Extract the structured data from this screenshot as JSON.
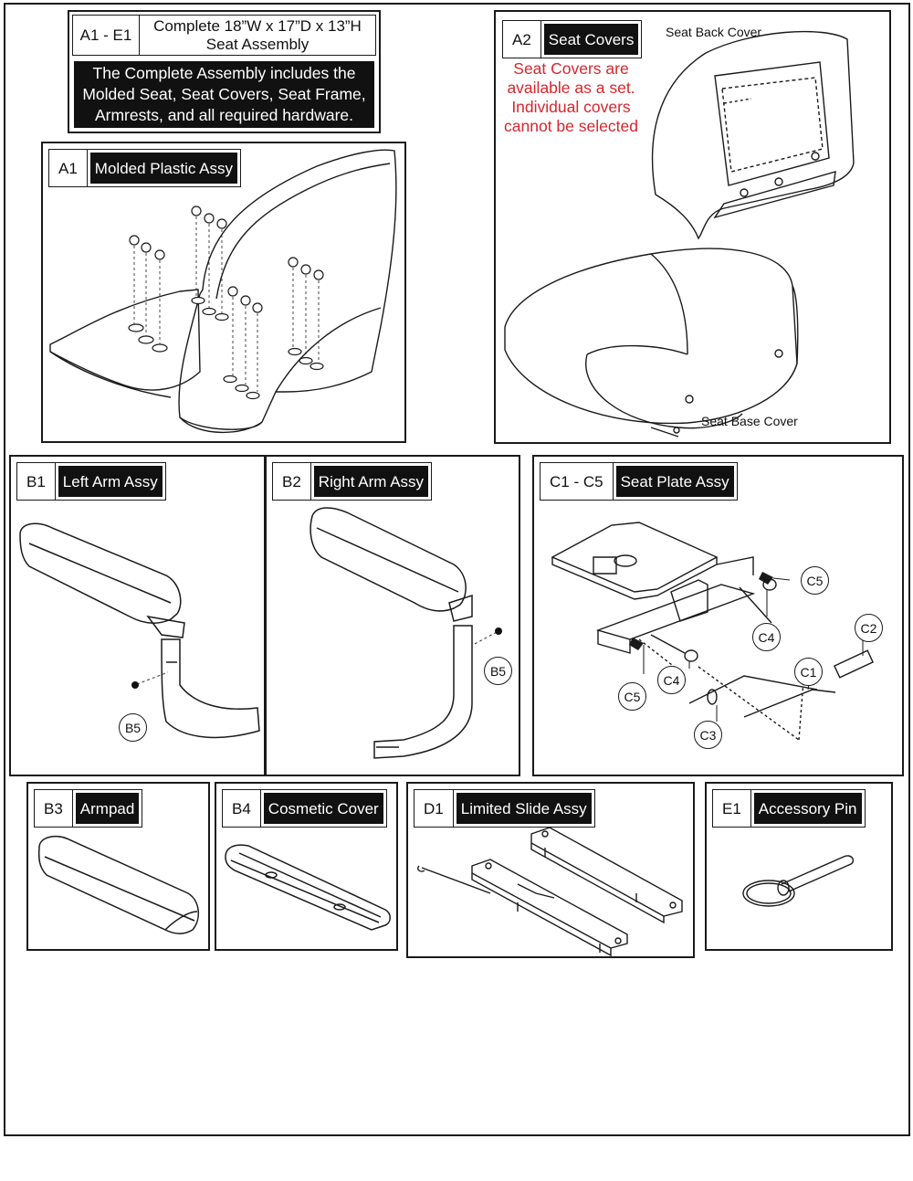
{
  "assembly": {
    "code": "A1 - E1",
    "title_line1": "Complete 18”W x 17”D x 13”H",
    "title_line2": "Seat Assembly",
    "note_line1": "The Complete Assembly includes the",
    "note_line2": "Molded Seat, Seat Covers, Seat Frame,",
    "note_line3": "Armrests, and all required hardware."
  },
  "panels": {
    "a1": {
      "code": "A1",
      "name": "Molded Plastic Assy"
    },
    "a2": {
      "code": "A2",
      "name": "Seat Covers"
    },
    "b1": {
      "code": "B1",
      "name": "Left Arm Assy"
    },
    "b2": {
      "code": "B2",
      "name": "Right Arm Assy"
    },
    "c": {
      "code": "C1 - C5",
      "name": "Seat Plate Assy"
    },
    "b3": {
      "code": "B3",
      "name": "Armpad"
    },
    "b4": {
      "code": "B4",
      "name": "Cosmetic Cover"
    },
    "d1": {
      "code": "D1",
      "name": "Limited Slide Assy"
    },
    "e1": {
      "code": "E1",
      "name": "Accessory Pin"
    }
  },
  "seat_covers": {
    "note_line1": "Seat Covers are",
    "note_line2": "available as a set.",
    "note_line3": "Individual covers",
    "note_line4": "cannot be selected",
    "back_label": "Seat Back Cover",
    "base_label": "Seat Base Cover",
    "note_color": "#d8262c"
  },
  "callouts": {
    "b5": "B5",
    "c1": "C1",
    "c2": "C2",
    "c3": "C3",
    "c4": "C4",
    "c5": "C5"
  }
}
